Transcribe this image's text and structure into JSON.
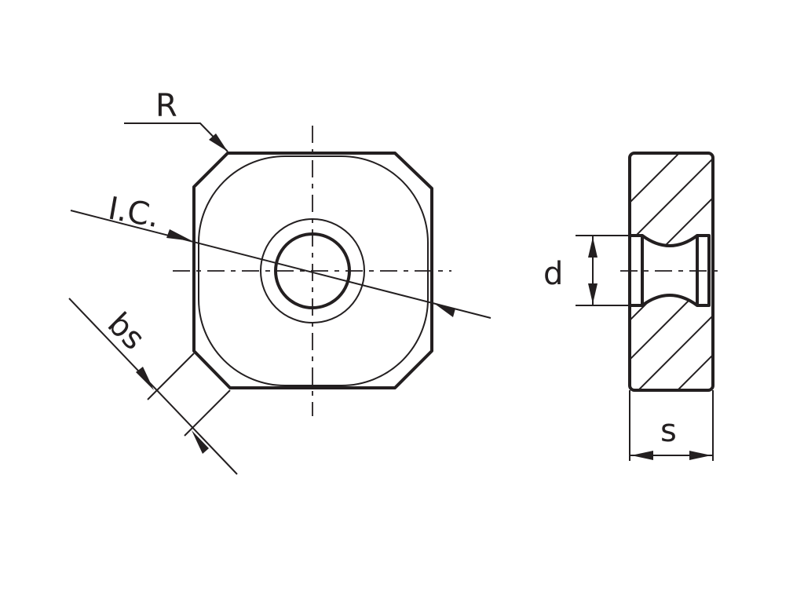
{
  "labels": {
    "radius": "R",
    "inscribed_circle": "I.C.",
    "chamfer_width": "bs",
    "hole_diameter": "d",
    "thickness": "s"
  },
  "colors": {
    "line": "#231f20",
    "background": "#ffffff"
  }
}
